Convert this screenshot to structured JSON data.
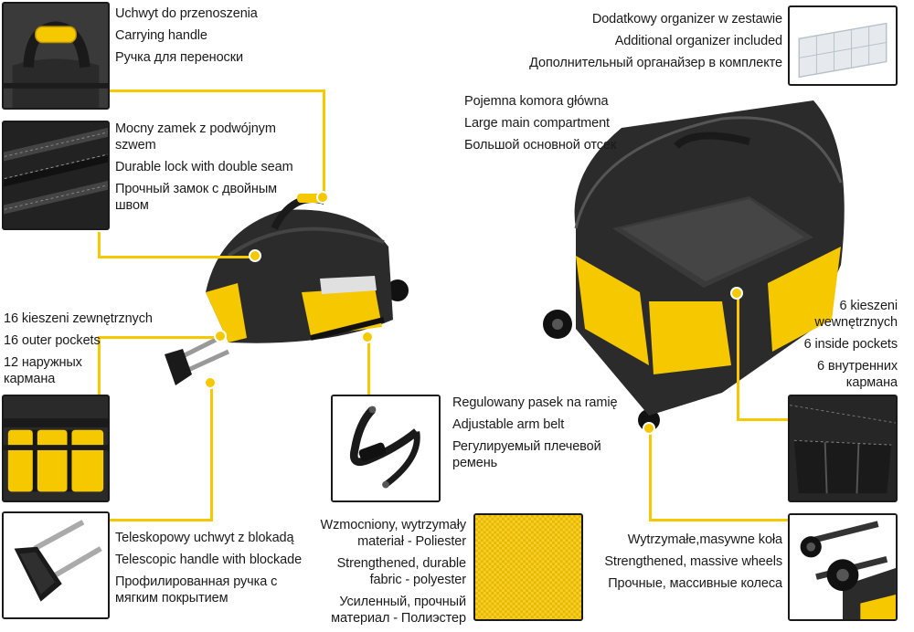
{
  "colors": {
    "accent": "#f5c800",
    "bag": "#2b2b2b",
    "text": "#1a1a1a"
  },
  "features": {
    "handle": {
      "lines": [
        "Uchwyt do przenoszenia",
        "Carrying handle",
        "Ручка для переноски"
      ]
    },
    "zipper": {
      "lines": [
        "Mocny zamek z podwójnym szwem",
        "Durable lock with double seam",
        "Прочный замок с двойным швом"
      ]
    },
    "outer_pockets": {
      "lines": [
        "16 kieszeni zewnętrznych",
        "16 outer pockets",
        "12 наружных кармана"
      ]
    },
    "telescopic": {
      "lines": [
        "Teleskopowy uchwyt z blokadą",
        "Telescopic handle with blockade",
        "Профилированная ручка с мягким покрытием"
      ]
    },
    "organizer": {
      "lines": [
        "Dodatkowy organizer w zestawie",
        "Additional organizer included",
        "Дополнительный органайзер в комплекте"
      ]
    },
    "main_compartment": {
      "lines": [
        "Pojemna komora główna",
        "Large main compartment",
        "Большой основной отсек"
      ]
    },
    "inner_pockets": {
      "lines": [
        "6 kieszeni wewnętrznych",
        "6 inside pockets",
        "6 внутренних кармана"
      ]
    },
    "strap": {
      "lines": [
        "Regulowany pasek na ramię",
        "Adjustable arm belt",
        "Регулируемый плечевой ремень"
      ]
    },
    "fabric": {
      "lines": [
        "Wzmocniony, wytrzymały materiał - Poliester",
        "Strengthened, durable fabric - polyester",
        "Усиленный, прочный материал - Полиэстер"
      ]
    },
    "wheels": {
      "lines": [
        "Wytrzymałe,masywne koła",
        "Strengthened, massive wheels",
        "Прочные, массивные колеса"
      ]
    }
  },
  "icons": {
    "handle": "bag-handle-icon",
    "zipper": "zipper-closeup-icon",
    "outer_pockets": "outer-pockets-icon",
    "telescopic": "telescopic-handle-icon",
    "organizer": "organizer-box-icon",
    "strap": "shoulder-strap-icon",
    "fabric": "polyester-fabric-icon",
    "wheels": "wheels-icon",
    "inner_pockets": "inner-pockets-icon"
  }
}
